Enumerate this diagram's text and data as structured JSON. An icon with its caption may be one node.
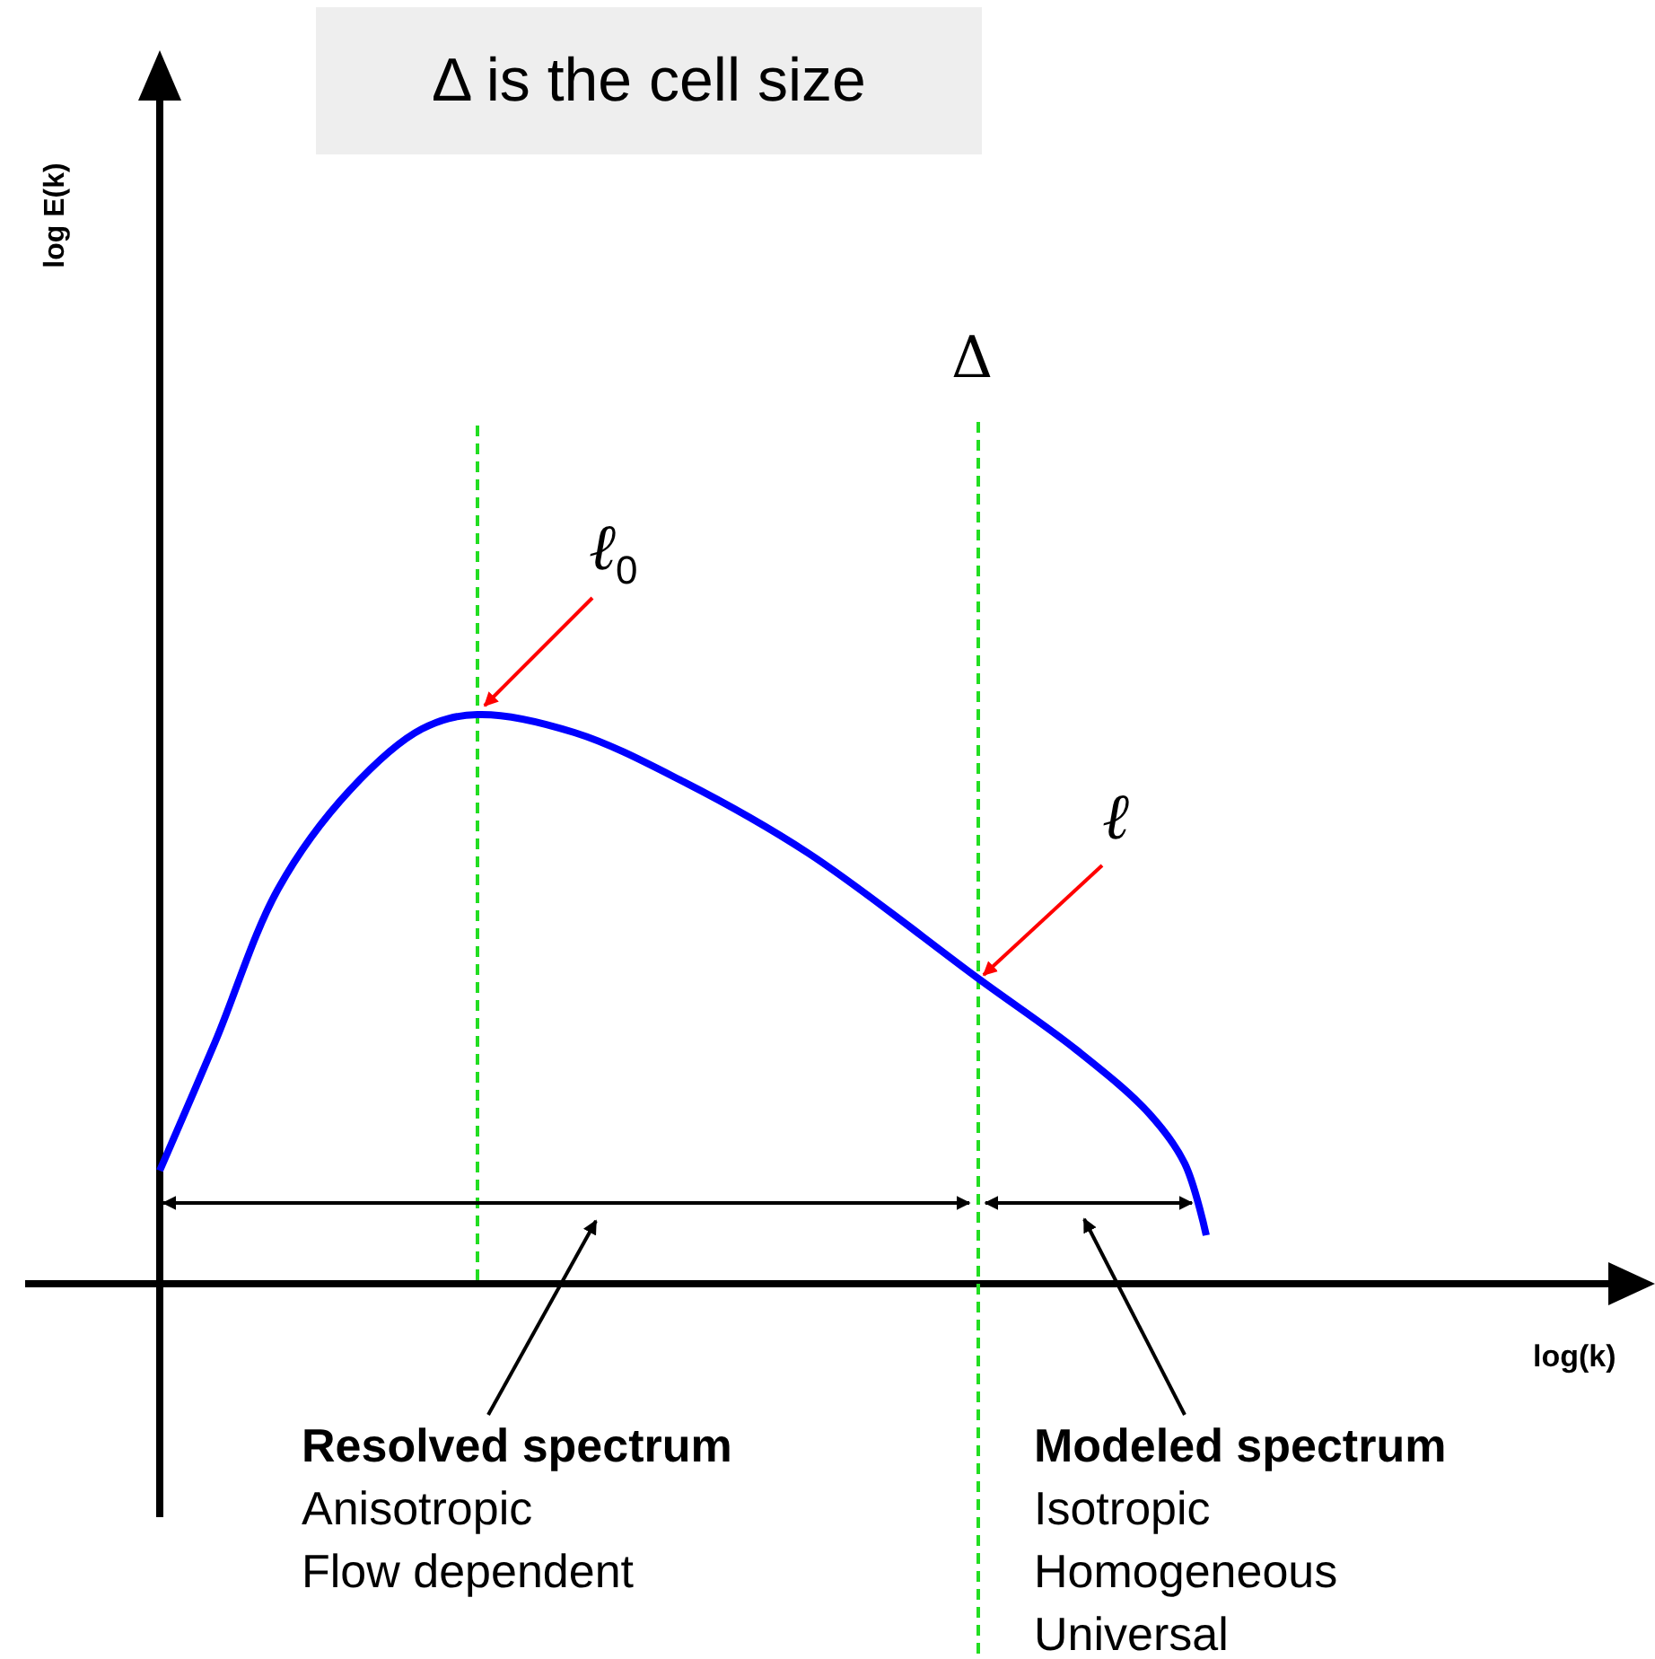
{
  "diagram": {
    "nodes": [
      {
        "text": [
          "Δ is the cell size"
        ]
      },
      {
        "text": [
          "ℓ$_{0}$"
        ]
      },
      {
        "text": [
          "ℓ"
        ]
      },
      {
        "text": [
          "Resolved spectrum",
          "Anisotropic",
          "Flow dependent"
        ]
      },
      {
        "text": [
          "Modeled spectrum",
          "Isotropic",
          "Homogeneous",
          "Universal"
        ]
      }
    ],
    "edges": [
      {
        "from": 1,
        "to": null,
        "arrow": "to",
        "color": "#ff0000"
      },
      {
        "from": 2,
        "to": null,
        "arrow": "to",
        "color": "#ff0000"
      },
      {
        "from": 3,
        "to": null,
        "arrow": "to",
        "color": "#000000"
      },
      {
        "from": 4,
        "to": null,
        "arrow": "to",
        "color": "#000000"
      }
    ],
    "labels": [
      "Δ",
      "log E(k)",
      "log(k)"
    ]
  }
}
